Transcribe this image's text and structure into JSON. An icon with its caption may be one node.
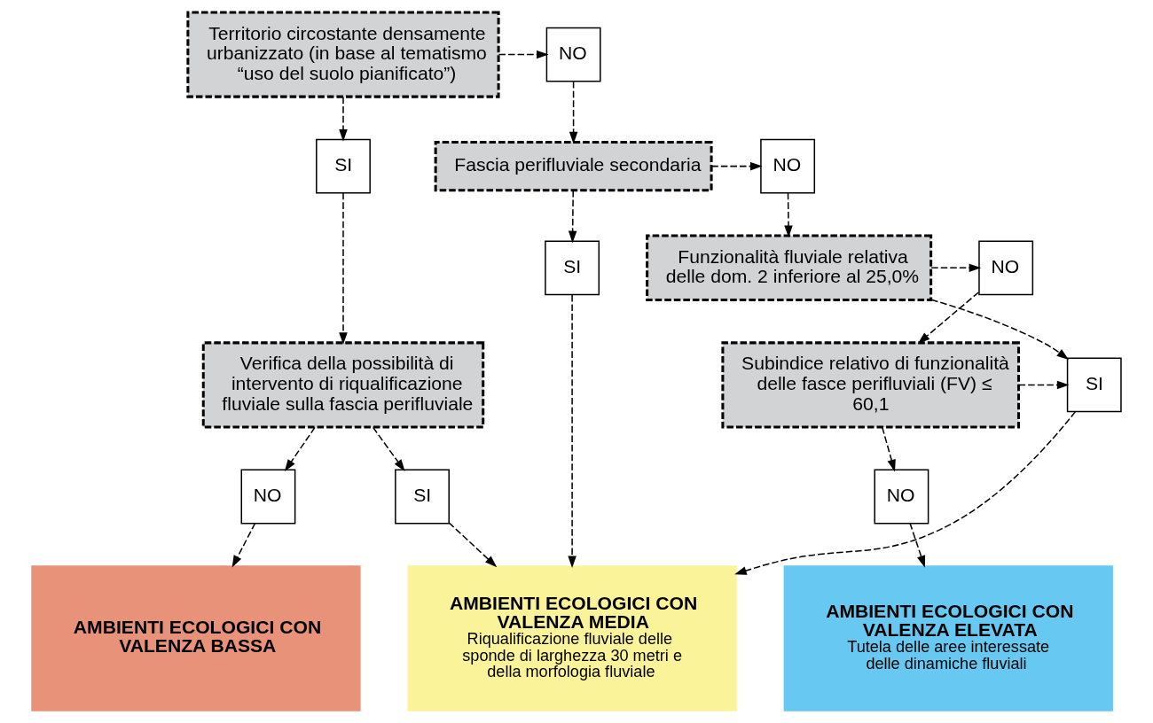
{
  "diagram": {
    "nodes": [
      {
        "text": [
          "Territorio circostante densamente urbanizzato (in base al tematismo “uso del suolo pianificato”)"
        ]
      },
      {
        "text": [
          "NO"
        ]
      },
      {
        "text": [
          "Fascia perifluviale secondaria"
        ]
      },
      {
        "text": [
          "SI"
        ]
      },
      {
        "text": [
          "NO"
        ]
      },
      {
        "text": [
          "SI"
        ]
      },
      {
        "text": [
          "Verifica della possibilità di intervento di riqualificazione fluviale sulla fascia perifluviale"
        ]
      },
      {
        "text": [
          "Funzionalità fluviale relativa delle dom. 2 inferiore al 25,0%"
        ]
      },
      {
        "text": [
          "NO"
        ]
      },
      {
        "text": [
          "NO"
        ]
      },
      {
        "text": [
          "SI"
        ]
      },
      {
        "text": [
          "SI"
        ]
      },
      {
        "text": [
          "Subindice relativo di funzionalità delle fasce perifluviali (FV) ≤ 60,1"
        ]
      },
      {
        "text": [
          "NO"
        ]
      },
      {
        "text": [
          "AMBIENTI ECOLOGICI CON VALENZA BASSA"
        ]
      },
      {
        "text": [
          "AMBIENTI ECOLOGICI CON VALENZA MEDIA",
          "Riqualificazione fluviale delle sponde di larghezza 30 metri e della morfologia fluviale"
        ]
      },
      {
        "text": [
          "AMBIENTI ECOLOGICI CON VALENZA ELEVATA",
          "Tutela delle aree interessate delle dinamiche fluviali"
        ]
      }
    ],
    "edges": [
      {
        "from": 0,
        "to": 1,
        "arrow": "to",
        "style": "dashed"
      },
      {
        "from": 0,
        "to": 3,
        "arrow": "to",
        "style": "dashed"
      },
      {
        "from": 1,
        "to": 2,
        "arrow": "to",
        "style": "dashed"
      },
      {
        "from": 2,
        "to": 4,
        "arrow": "to",
        "style": "dashed"
      },
      {
        "from": 2,
        "to": 5,
        "arrow": "to",
        "style": "dashed"
      },
      {
        "from": 3,
        "to": 6,
        "arrow": "to",
        "style": "dashed"
      },
      {
        "from": 4,
        "to": 7,
        "arrow": "to",
        "style": "dashed"
      },
      {
        "from": 6,
        "to": 9,
        "arrow": "to",
        "style": "dashed"
      },
      {
        "from": 6,
        "to": 10,
        "arrow": "to",
        "style": "dashed"
      },
      {
        "from": 7,
        "to": 8,
        "arrow": "to",
        "style": "dashed"
      },
      {
        "from": 7,
        "to": 11,
        "arrow": "to",
        "style": "dashed"
      },
      {
        "from": 8,
        "to": 12,
        "arrow": "to",
        "style": "dashed"
      },
      {
        "from": 12,
        "to": 11,
        "arrow": "to",
        "style": "dashed"
      },
      {
        "from": 12,
        "to": 13,
        "arrow": "to",
        "style": "dashed"
      },
      {
        "from": 9,
        "to": 14,
        "arrow": "to",
        "style": "dashed"
      },
      {
        "from": 10,
        "to": 15,
        "arrow": "to",
        "style": "dashed"
      },
      {
        "from": 5,
        "to": 15,
        "arrow": "to",
        "style": "dashed"
      },
      {
        "from": 11,
        "to": 15,
        "arrow": "to",
        "style": "dashed"
      },
      {
        "from": 13,
        "to": 16,
        "arrow": "to",
        "style": "dashed"
      }
    ]
  }
}
